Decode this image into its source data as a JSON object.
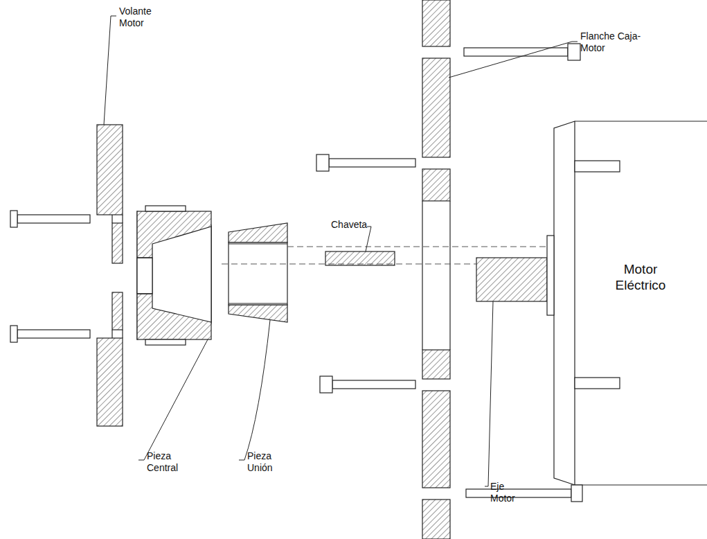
{
  "diagram": {
    "nodes": [
      {
        "text": [
          "Motor Eléctrico"
        ]
      }
    ],
    "labels": [
      "Volante Motor",
      "Flanche Caja-Motor",
      "Chaveta",
      "Pieza Central",
      "Pieza Unión",
      "Eje Motor"
    ]
  }
}
